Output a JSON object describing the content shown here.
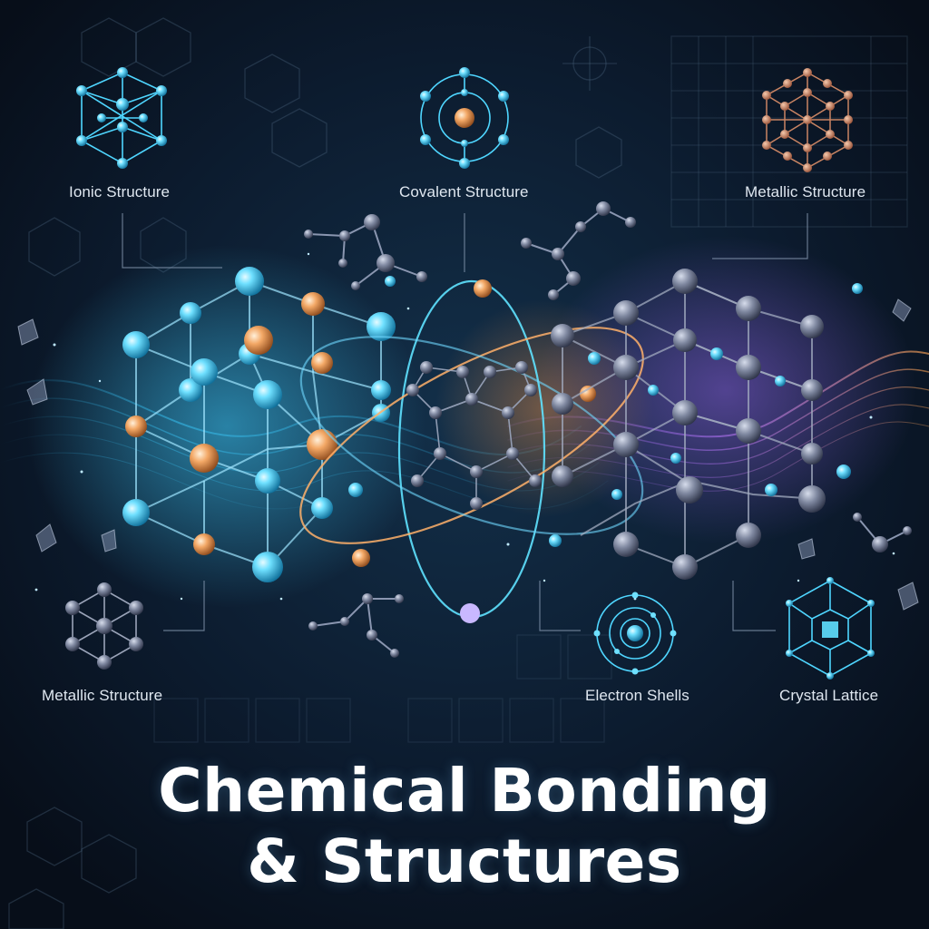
{
  "labels": {
    "ionic": "Ionic Structure",
    "covalent": "Covalent Structure",
    "metallic_top": "Metallic Structure",
    "metallic_bottom": "Metallic Structure",
    "electron_shells": "Electron Shells",
    "crystal_lattice": "Crystal Lattice"
  },
  "title": {
    "line1": "Chemical Bonding",
    "line2": "& Structures"
  },
  "colors": {
    "background": "#0b1626",
    "cyan": "#4fd6ff",
    "orange": "#f2a15a",
    "gray_atom": "#8e98ad",
    "violet": "#b48cff",
    "copper": "#d28a6a"
  }
}
